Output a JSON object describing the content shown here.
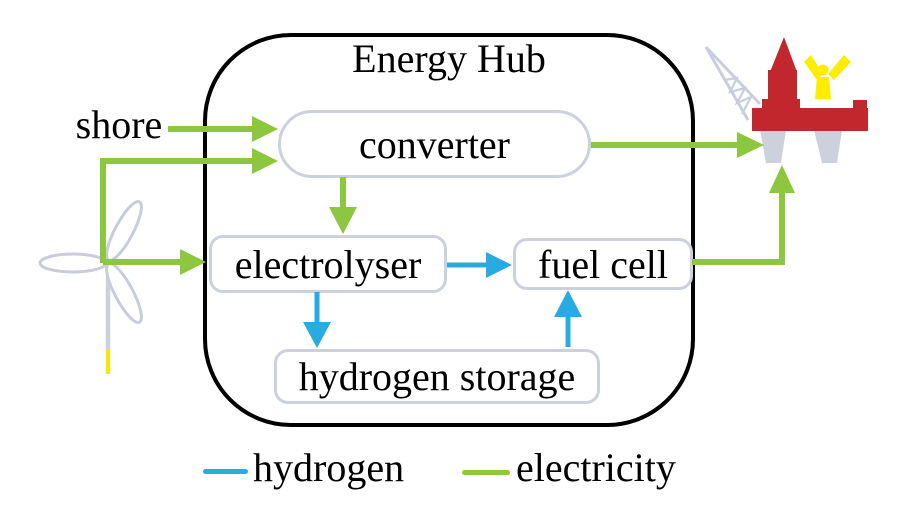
{
  "diagram": {
    "title": "Energy Hub",
    "external_label": "shore",
    "nodes": [
      {
        "id": "converter",
        "label": "converter"
      },
      {
        "id": "electrolyser",
        "label": "electrolyser"
      },
      {
        "id": "fuel_cell",
        "label": "fuel cell"
      },
      {
        "id": "hydrogen_storage",
        "label": "hydrogen storage"
      }
    ],
    "edges": [
      {
        "from": "shore",
        "to": "converter",
        "type": "electricity"
      },
      {
        "from": "wind-turbine",
        "to": "converter",
        "type": "electricity"
      },
      {
        "from": "wind-turbine",
        "to": "electrolyser",
        "type": "electricity"
      },
      {
        "from": "converter",
        "to": "electrolyser",
        "type": "electricity"
      },
      {
        "from": "converter",
        "to": "offshore-platform",
        "type": "electricity"
      },
      {
        "from": "fuel_cell",
        "to": "offshore-platform",
        "type": "electricity"
      },
      {
        "from": "electrolyser",
        "to": "fuel_cell",
        "type": "hydrogen"
      },
      {
        "from": "electrolyser",
        "to": "hydrogen_storage",
        "type": "hydrogen"
      },
      {
        "from": "hydrogen_storage",
        "to": "fuel_cell",
        "type": "hydrogen"
      }
    ],
    "icons": [
      {
        "name": "wind-turbine"
      },
      {
        "name": "offshore-platform"
      }
    ]
  },
  "legend": {
    "items": [
      {
        "label": "hydrogen",
        "color": "#29abe2"
      },
      {
        "label": "electricity",
        "color": "#8dc63f"
      }
    ]
  },
  "colors": {
    "hydrogen_blue": "#29abe2",
    "electricity_green": "#8dc63f",
    "platform_red": "#c1272d",
    "flame_yellow": "#ffed00",
    "steel_gray": "#ccd1dc",
    "hub_border": "#000000",
    "node_border": "#ccd1db"
  }
}
